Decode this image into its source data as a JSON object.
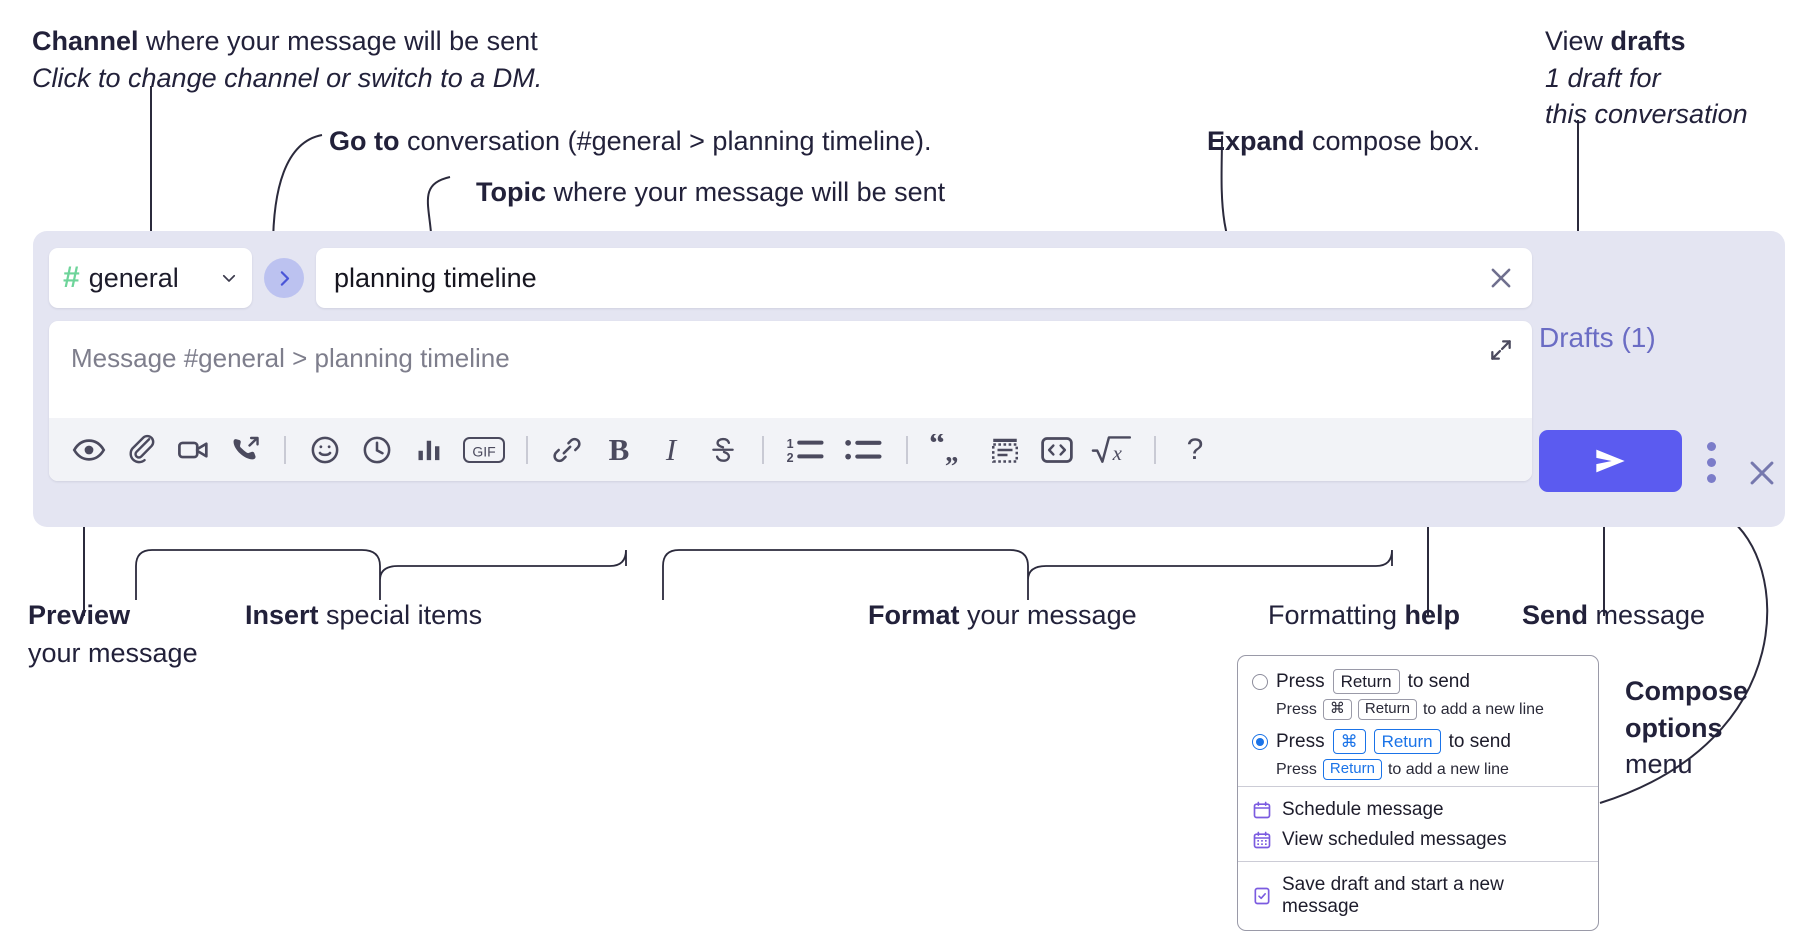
{
  "annotations": {
    "channel": {
      "bold": "Channel",
      "rest": " where your message will be sent",
      "italic": "Click to change channel or switch to a DM."
    },
    "goto": {
      "bold": "Go to",
      "rest": " conversation (#general > planning timeline)."
    },
    "topic": {
      "bold": "Topic",
      "rest": " where your message will be sent"
    },
    "expand": {
      "bold": "Expand",
      "rest": " compose box."
    },
    "drafts": {
      "lead": "View ",
      "bold": "drafts",
      "italic1": "1 draft for",
      "italic2": "this conversation"
    },
    "preview": {
      "bold": "Preview",
      "line2": "your message"
    },
    "insert": {
      "bold": "Insert",
      "rest": " special items"
    },
    "format": {
      "bold": "Format",
      "rest": " your message"
    },
    "formatting_help": {
      "lead": "Formatting ",
      "bold": "help"
    },
    "send": {
      "bold": "Send",
      "rest": " message"
    },
    "compose_options": {
      "bold1": "Compose",
      "bold2": "options",
      "rest": "menu"
    }
  },
  "compose": {
    "channel": {
      "hash": "#",
      "name": "general",
      "chevron_icon": "chevron-down-icon"
    },
    "goto_button": {
      "icon": "chevron-right-icon"
    },
    "topic": {
      "value": "planning timeline",
      "clear_icon": "close-icon"
    },
    "message": {
      "placeholder": "Message #general > planning timeline",
      "expand_icon": "expand-icon"
    },
    "toolbar": [
      {
        "name": "preview",
        "icon": "eye-icon",
        "label": "Preview"
      },
      {
        "name": "attach",
        "icon": "paperclip-icon",
        "label": "Attach file"
      },
      {
        "name": "video",
        "icon": "video-camera-icon",
        "label": "Record video clip"
      },
      {
        "name": "audio",
        "icon": "phone-arrow-icon",
        "label": "Record audio clip"
      },
      {
        "name": "divider-1",
        "icon": "divider",
        "label": ""
      },
      {
        "name": "emoji",
        "icon": "smiley-icon",
        "label": "Emoji"
      },
      {
        "name": "reminder",
        "icon": "clock-icon",
        "label": "Reminder"
      },
      {
        "name": "poll",
        "icon": "bar-chart-icon",
        "label": "Poll"
      },
      {
        "name": "gif",
        "icon": "gif-icon",
        "label": "GIF"
      },
      {
        "name": "divider-2",
        "icon": "divider",
        "label": ""
      },
      {
        "name": "link",
        "icon": "link-icon",
        "label": "Link"
      },
      {
        "name": "bold",
        "icon": "bold-icon",
        "label": "B"
      },
      {
        "name": "italic",
        "icon": "italic-icon",
        "label": "I"
      },
      {
        "name": "strikethrough",
        "icon": "strikethrough-icon",
        "label": "S"
      },
      {
        "name": "divider-3",
        "icon": "divider",
        "label": ""
      },
      {
        "name": "ordered-list",
        "icon": "ordered-list-icon",
        "label": ""
      },
      {
        "name": "bulleted-list",
        "icon": "bulleted-list-icon",
        "label": ""
      },
      {
        "name": "divider-4",
        "icon": "divider",
        "label": ""
      },
      {
        "name": "blockquote",
        "icon": "quote-icon",
        "label": ""
      },
      {
        "name": "code-block",
        "icon": "code-block-icon",
        "label": ""
      },
      {
        "name": "code",
        "icon": "code-inline-icon",
        "label": ""
      },
      {
        "name": "math",
        "icon": "math-sqrt-icon",
        "label": ""
      },
      {
        "name": "divider-5",
        "icon": "divider",
        "label": ""
      },
      {
        "name": "formatting-help",
        "icon": "question-mark-icon",
        "label": "?"
      }
    ],
    "drafts_label": "Drafts (1)",
    "close_icon": "close-icon",
    "send_button": {
      "icon": "send-paper-plane-icon"
    },
    "compose_options_icon": "kebab-menu-icon"
  },
  "menu": {
    "option_1": {
      "selected": false,
      "press": "Press",
      "key": "Return",
      "tail": "to send",
      "sub_press": "Press",
      "sub_key1": "⌘",
      "sub_key2": "Return",
      "sub_tail": "to add a new line"
    },
    "option_2": {
      "selected": true,
      "press": "Press",
      "key1": "⌘",
      "key2": "Return",
      "tail": "to send",
      "sub_press": "Press",
      "sub_key": "Return",
      "sub_tail": "to add a new line"
    },
    "items": [
      {
        "label": "Schedule message",
        "icon": "calendar-icon"
      },
      {
        "label": "View scheduled messages",
        "icon": "calendar-grid-icon"
      },
      {
        "label": "Save draft and start a new message",
        "icon": "document-check-icon"
      }
    ]
  },
  "colors": {
    "panel_bg": "#e4e5f2",
    "send_purple": "#5b5bf0",
    "drafts_text": "#6a6cc4",
    "hash_green": "#6ed49a",
    "goto_circle": "#bcc2f0",
    "toolbar_bg": "#f2f3f7",
    "radio_blue": "#1a73e8"
  }
}
